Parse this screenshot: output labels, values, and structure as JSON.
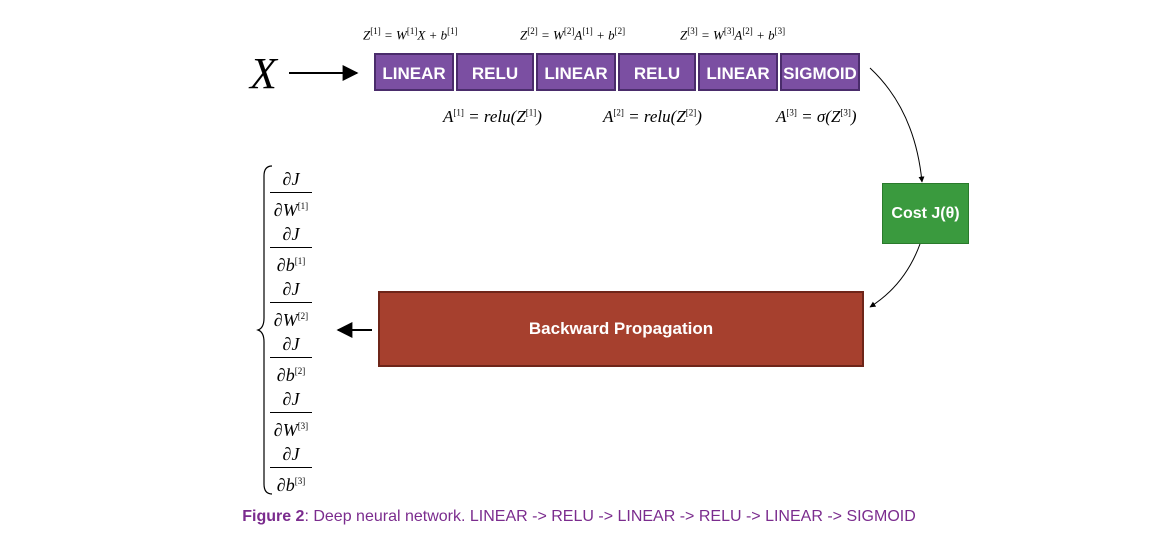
{
  "input": {
    "label": "X"
  },
  "forward": {
    "layers": [
      {
        "label": "LINEAR",
        "width": 80
      },
      {
        "label": "RELU",
        "width": 78
      },
      {
        "label": "LINEAR",
        "width": 80
      },
      {
        "label": "RELU",
        "width": 78
      },
      {
        "label": "LINEAR",
        "width": 80
      },
      {
        "label": "SIGMOID",
        "width": 80
      }
    ],
    "z_formulas": [
      {
        "lhs": "Z",
        "lsup": "[1]",
        "r1": "W",
        "r1sup": "[1]",
        "r2": "X",
        "r2sup": "",
        "r3": "b",
        "r3sup": "[1]"
      },
      {
        "lhs": "Z",
        "lsup": "[2]",
        "r1": "W",
        "r1sup": "[2]",
        "r2": "A",
        "r2sup": "[1]",
        "r3": "b",
        "r3sup": "[2]"
      },
      {
        "lhs": "Z",
        "lsup": "[3]",
        "r1": "W",
        "r1sup": "[3]",
        "r2": "A",
        "r2sup": "[2]",
        "r3": "b",
        "r3sup": "[3]"
      }
    ],
    "a_formulas": [
      {
        "lhs": "A",
        "lsup": "[1]",
        "fn": "relu",
        "arg": "Z",
        "argsup": "[1]"
      },
      {
        "lhs": "A",
        "lsup": "[2]",
        "fn": "relu",
        "arg": "Z",
        "argsup": "[2]"
      },
      {
        "lhs": "A",
        "lsup": "[3]",
        "fn": "σ",
        "arg": "Z",
        "argsup": "[3]"
      }
    ]
  },
  "cost": {
    "label": "Cost J(θ)"
  },
  "backward": {
    "label": "Backward Propagation"
  },
  "gradients": [
    {
      "num": "∂J",
      "den": "∂W",
      "sup": "[1]"
    },
    {
      "num": "∂J",
      "den": "∂b",
      "sup": "[1]"
    },
    {
      "num": "∂J",
      "den": "∂W",
      "sup": "[2]"
    },
    {
      "num": "∂J",
      "den": "∂b",
      "sup": "[2]"
    },
    {
      "num": "∂J",
      "den": "∂W",
      "sup": "[3]"
    },
    {
      "num": "∂J",
      "den": "∂b",
      "sup": "[3]"
    }
  ],
  "caption": {
    "prefix": "Figure 2",
    "text": ": Deep neural network. LINEAR -> RELU -> LINEAR -> RELU -> LINEAR -> SIGMOID"
  },
  "colors": {
    "purple": "#7b4fa2",
    "green": "#3a9a3e",
    "red": "#a6402e",
    "caption": "#7b2c8e"
  }
}
